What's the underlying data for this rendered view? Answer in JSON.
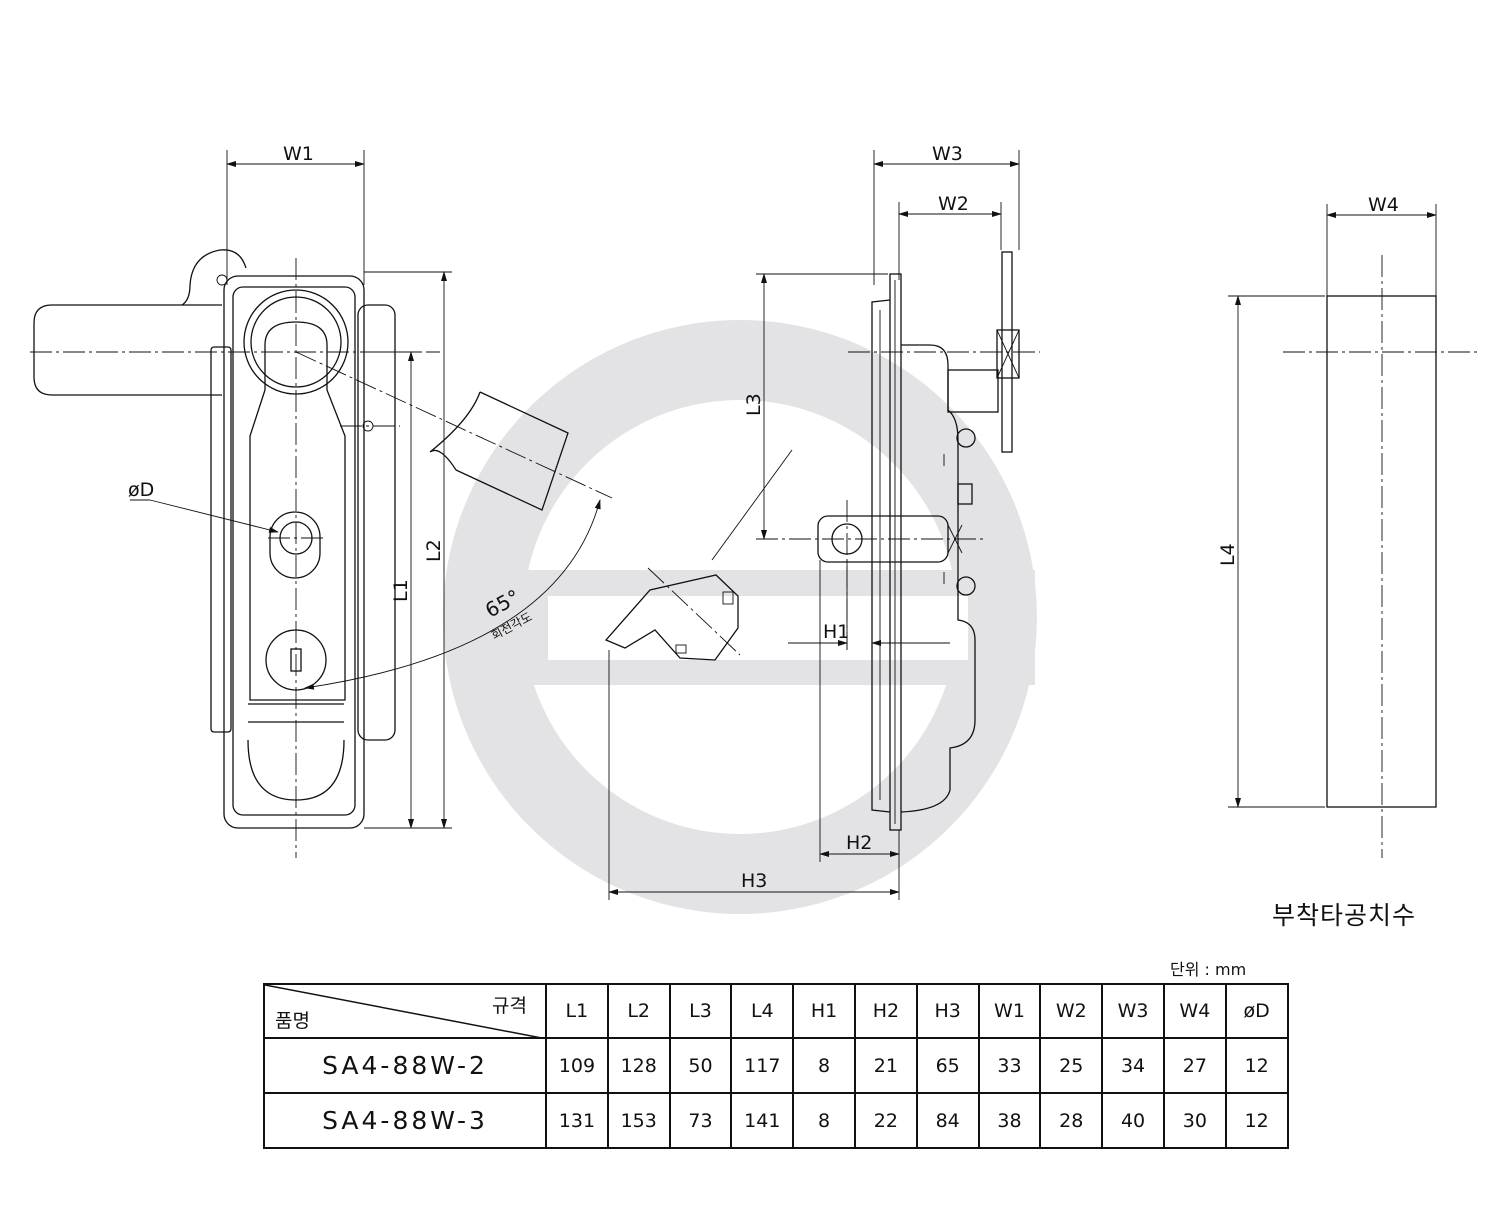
{
  "labels": {
    "W1": "W1",
    "W2": "W2",
    "W3": "W3",
    "W4": "W4",
    "L1": "L1",
    "L2": "L2",
    "L3": "L3",
    "L4": "L4",
    "H1": "H1",
    "H2": "H2",
    "H3": "H3",
    "phiD": "øD",
    "angle": "65°",
    "angle_note": "회전각도"
  },
  "caption": "부착타공치수",
  "unit": "단위 : mm",
  "table": {
    "corner_spec": "규격",
    "corner_name": "품명",
    "columns": [
      "L1",
      "L2",
      "L3",
      "L4",
      "H1",
      "H2",
      "H3",
      "W1",
      "W2",
      "W3",
      "W4",
      "øD"
    ],
    "rows": [
      {
        "name": "SA4-88W-2",
        "values": [
          "109",
          "128",
          "50",
          "117",
          "8",
          "21",
          "65",
          "33",
          "25",
          "34",
          "27",
          "12"
        ]
      },
      {
        "name": "SA4-88W-3",
        "values": [
          "131",
          "153",
          "73",
          "141",
          "8",
          "22",
          "84",
          "38",
          "28",
          "40",
          "30",
          "12"
        ]
      }
    ]
  },
  "colors": {
    "line": "#111111",
    "watermark": "#e3e3e5"
  }
}
